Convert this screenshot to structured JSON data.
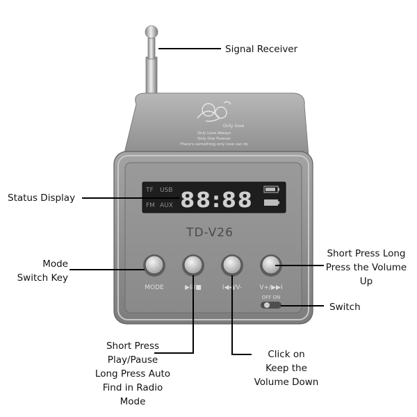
{
  "device": {
    "model": "TD-V26",
    "display_clock": "88:88",
    "display_indicators": [
      "TF",
      "USB",
      "FM",
      "AUX"
    ],
    "engraving": [
      "Only love",
      "Only Love Always",
      "Only One Forever",
      "There's something only love can do"
    ],
    "button_labels": [
      "MODE",
      "▶II/■",
      "I◀◀/V-",
      "V+/▶▶I"
    ],
    "switch_label": "OFF ON",
    "colors": {
      "body": "#a9a9a9",
      "body_dark": "#6f6f6f",
      "panel": "#8f8f8f",
      "screen": "#1e1e1e",
      "segment": "#cfcfcf",
      "button": "#d6d6d6"
    }
  },
  "callouts": {
    "signal_receiver": "Signal Receiver",
    "status_display": "Status Display",
    "mode_switch_key": [
      "Mode",
      "Switch Key"
    ],
    "volume_up": [
      "Short Press Long",
      "Press the Volume",
      "Up"
    ],
    "switch": "Switch",
    "play_pause": [
      "Short Press",
      "Play/Pause",
      "Long Press Auto",
      "Find in Radio",
      "Mode"
    ],
    "volume_down": [
      "Click on",
      "Keep the",
      "Volume Down"
    ]
  }
}
